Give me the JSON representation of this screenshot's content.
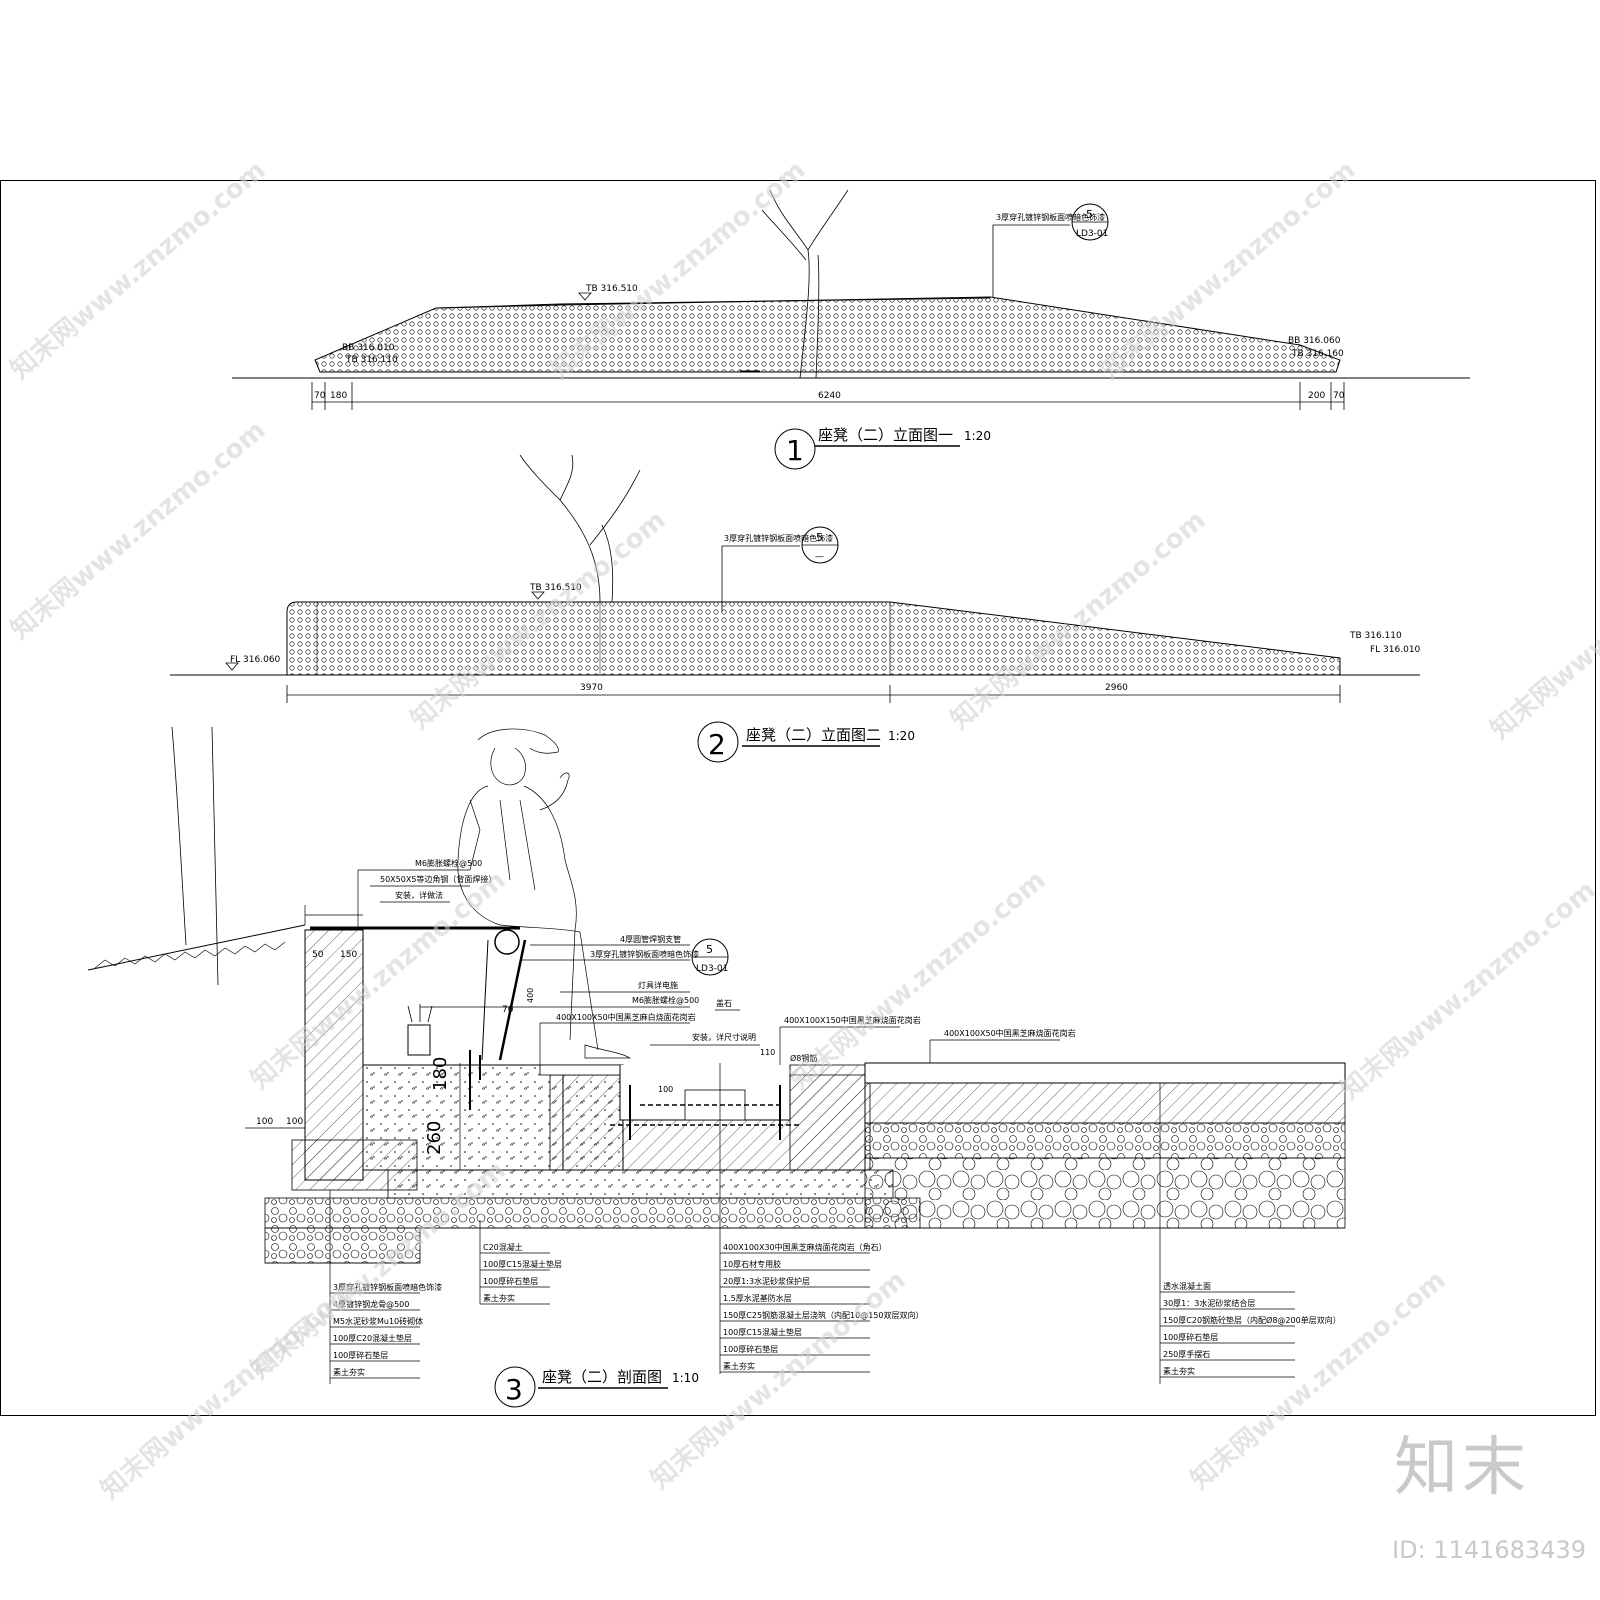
{
  "drawing": {
    "view1": {
      "title": "座凳（二）立面图一",
      "scale": "1:20",
      "number": "1",
      "top_level": "TB 316.510",
      "left_bb": "BB 316.010",
      "left_tb": "TB 316.110",
      "right_bb": "BB 316.060",
      "right_tb": "TB 316.160",
      "material_note": "3厚穿孔镀锌钢板面喷暗色饰漆",
      "ref_num": "5",
      "ref_sheet": "LD3-01",
      "dims": [
        "70",
        "180",
        "6240",
        "200",
        "70"
      ]
    },
    "view2": {
      "title": "座凳（二）立面图二",
      "scale": "1:20",
      "number": "2",
      "top_level": "TB 316.510",
      "left_fl": "FL 316.060",
      "right_tb": "TB 316.110",
      "right_fl": "FL 316.010",
      "material_note": "3厚穿孔镀锌钢板面喷暗色饰漆",
      "ref_num": "5",
      "ref_sheet": "—",
      "dims": [
        "3970",
        "2960"
      ]
    },
    "view3": {
      "title": "座凳（二）剖面图",
      "scale": "1:10",
      "number": "3",
      "ref_num": "5",
      "ref_sheet": "LD3-01",
      "top_notes": [
        "M6膨胀螺栓@500",
        "50X50X5等边角钢（背面焊接）",
        "安装，详做法",
        "4厚圆管焊钢支管",
        "3厚穿孔镀锌钢板面喷暗色饰漆",
        "灯具详电施",
        "M6膨胀螺栓@500",
        "400X100X50中国黑芝麻白烧面花岗岩",
        "盖石",
        "安装，详尺寸说明",
        "400X100X150中国黑芝麻烧面花岗岩",
        "Ø8钢筋",
        "400X100X50中国黑芝麻烧面花岗岩"
      ],
      "dims": [
        "50",
        "150",
        "100",
        "100",
        "180",
        "260",
        "70",
        "100",
        "400",
        "110"
      ],
      "legend_a": [
        "3厚穿孔镀锌钢板面喷暗色饰漆",
        "4厚镀锌钢龙骨@500",
        "M5水泥砂浆Mu10砖砌体",
        "100厚C20混凝土垫层",
        "100厚碎石垫层",
        "素土夯实"
      ],
      "legend_b": [
        "C20混凝土",
        "100厚C15混凝土垫层",
        "100厚碎石垫层",
        "素土夯实"
      ],
      "legend_c": [
        "400X100X30中国黑芝麻烧面花岗岩（角石）",
        "10厚石材专用胶",
        "20厚1:3水泥砂浆保护层",
        "1.5厚水泥基防水层",
        "150厚C25钢筋混凝土层浇筑（内配10@150双层双向）",
        "100厚C15混凝土垫层",
        "100厚碎石垫层",
        "素土夯实"
      ],
      "legend_d": [
        "透水混凝土面",
        "30厚1：3水泥砂浆结合层",
        "150厚C20钢筋砼垫层（内配Ø8@200单层双向）",
        "100厚碎石垫层",
        "250厚手摆石",
        "素土夯实"
      ]
    }
  },
  "watermark": {
    "text": "知末网www.znzmo.com",
    "brand": "知末",
    "id_label": "ID: 1141683439"
  }
}
